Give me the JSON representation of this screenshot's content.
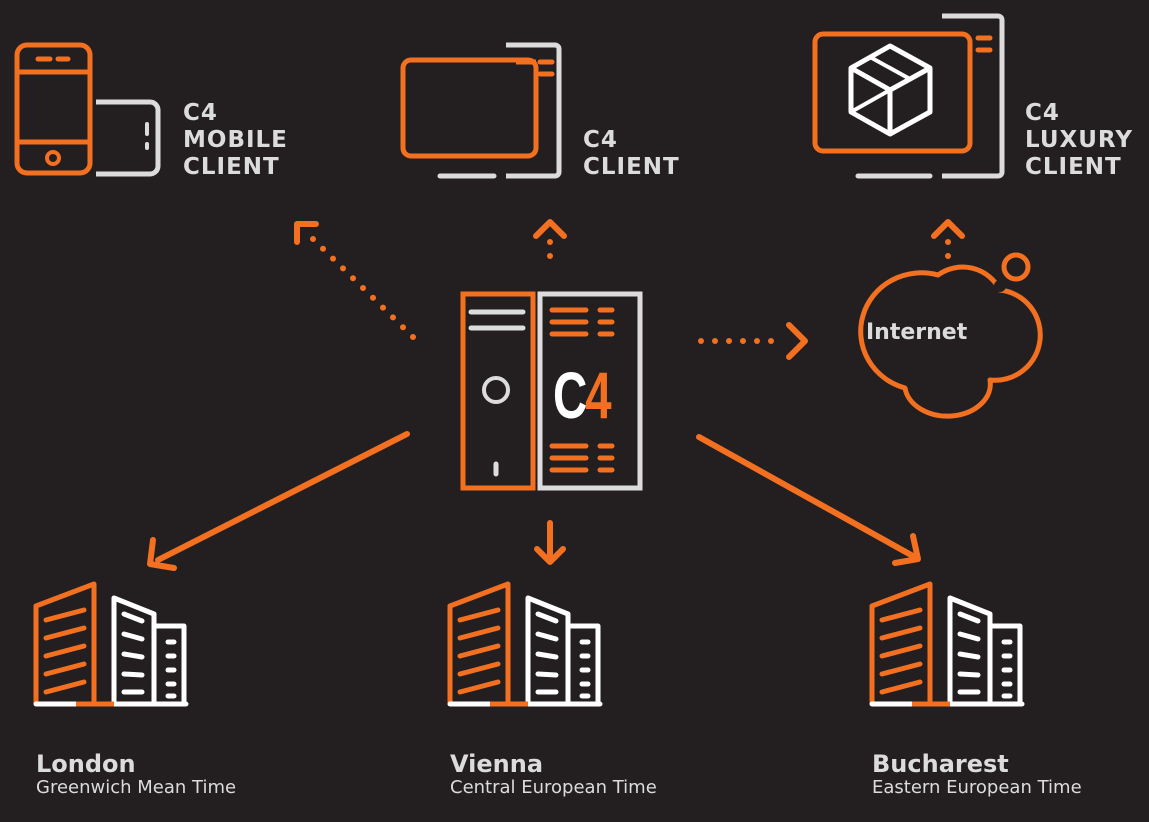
{
  "colors": {
    "background": "#231f20",
    "accent": "#f37021",
    "neutral": "#dcdcdc"
  },
  "clients": {
    "mobile": {
      "line1": "C4",
      "line2": "MOBILE",
      "line3": "CLIENT",
      "icon": "mobile-tablet-icon"
    },
    "desktop": {
      "line1": "C4",
      "line2": "CLIENT",
      "icon": "desktop-monitor-icon"
    },
    "luxury": {
      "line1": "C4",
      "line2": "LUXURY",
      "line3": "CLIENT",
      "icon": "luxury-monitor-cube-icon"
    }
  },
  "server": {
    "logo_c": "C",
    "logo_4": "4",
    "icon": "server-rack-icon"
  },
  "internet": {
    "label": "Internet",
    "icon": "cloud-icon"
  },
  "locations": [
    {
      "city": "London",
      "timezone": "Greenwich Mean Time",
      "icon": "office-buildings-icon"
    },
    {
      "city": "Vienna",
      "timezone": "Central European Time",
      "icon": "office-buildings-icon"
    },
    {
      "city": "Bucharest",
      "timezone": "Eastern European Time",
      "icon": "office-buildings-icon"
    }
  ]
}
